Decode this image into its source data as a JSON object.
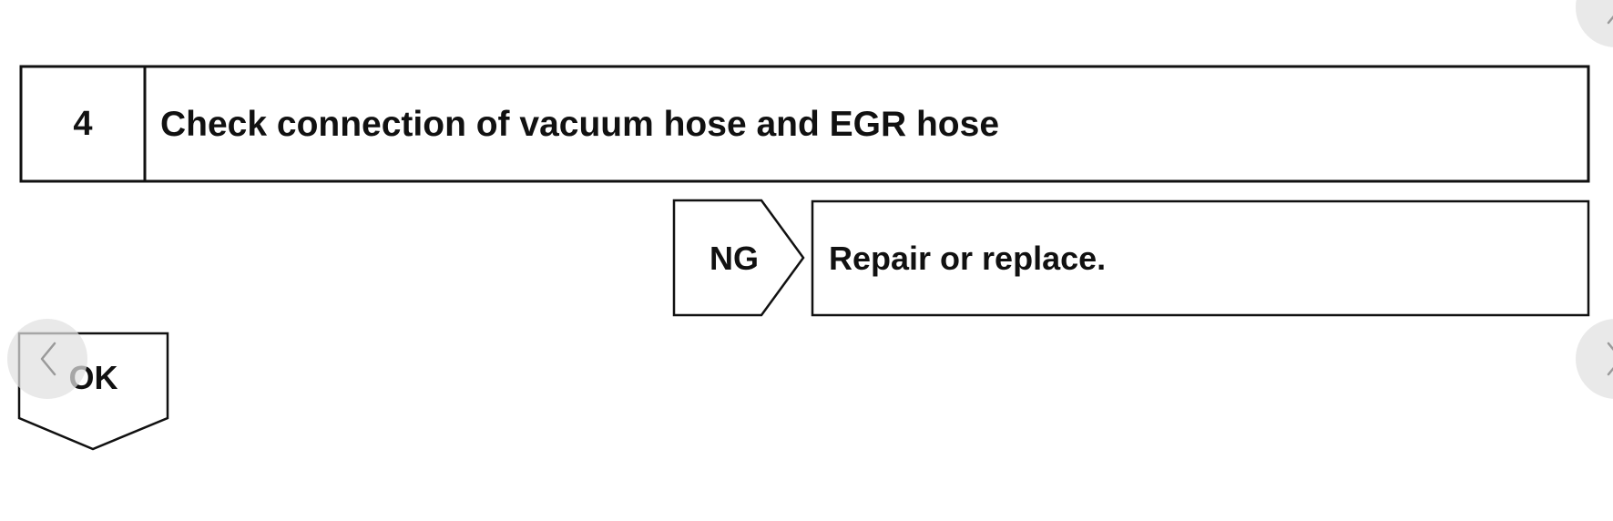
{
  "step": {
    "number": "4",
    "title": "Check connection of vacuum hose and EGR hose"
  },
  "ng_branch": {
    "label": "NG",
    "action": "Repair or replace."
  },
  "ok_branch": {
    "label": "OK"
  },
  "navigation": {
    "prev_icon": "chevron-left-icon",
    "next_icon": "chevron-right-icon"
  }
}
